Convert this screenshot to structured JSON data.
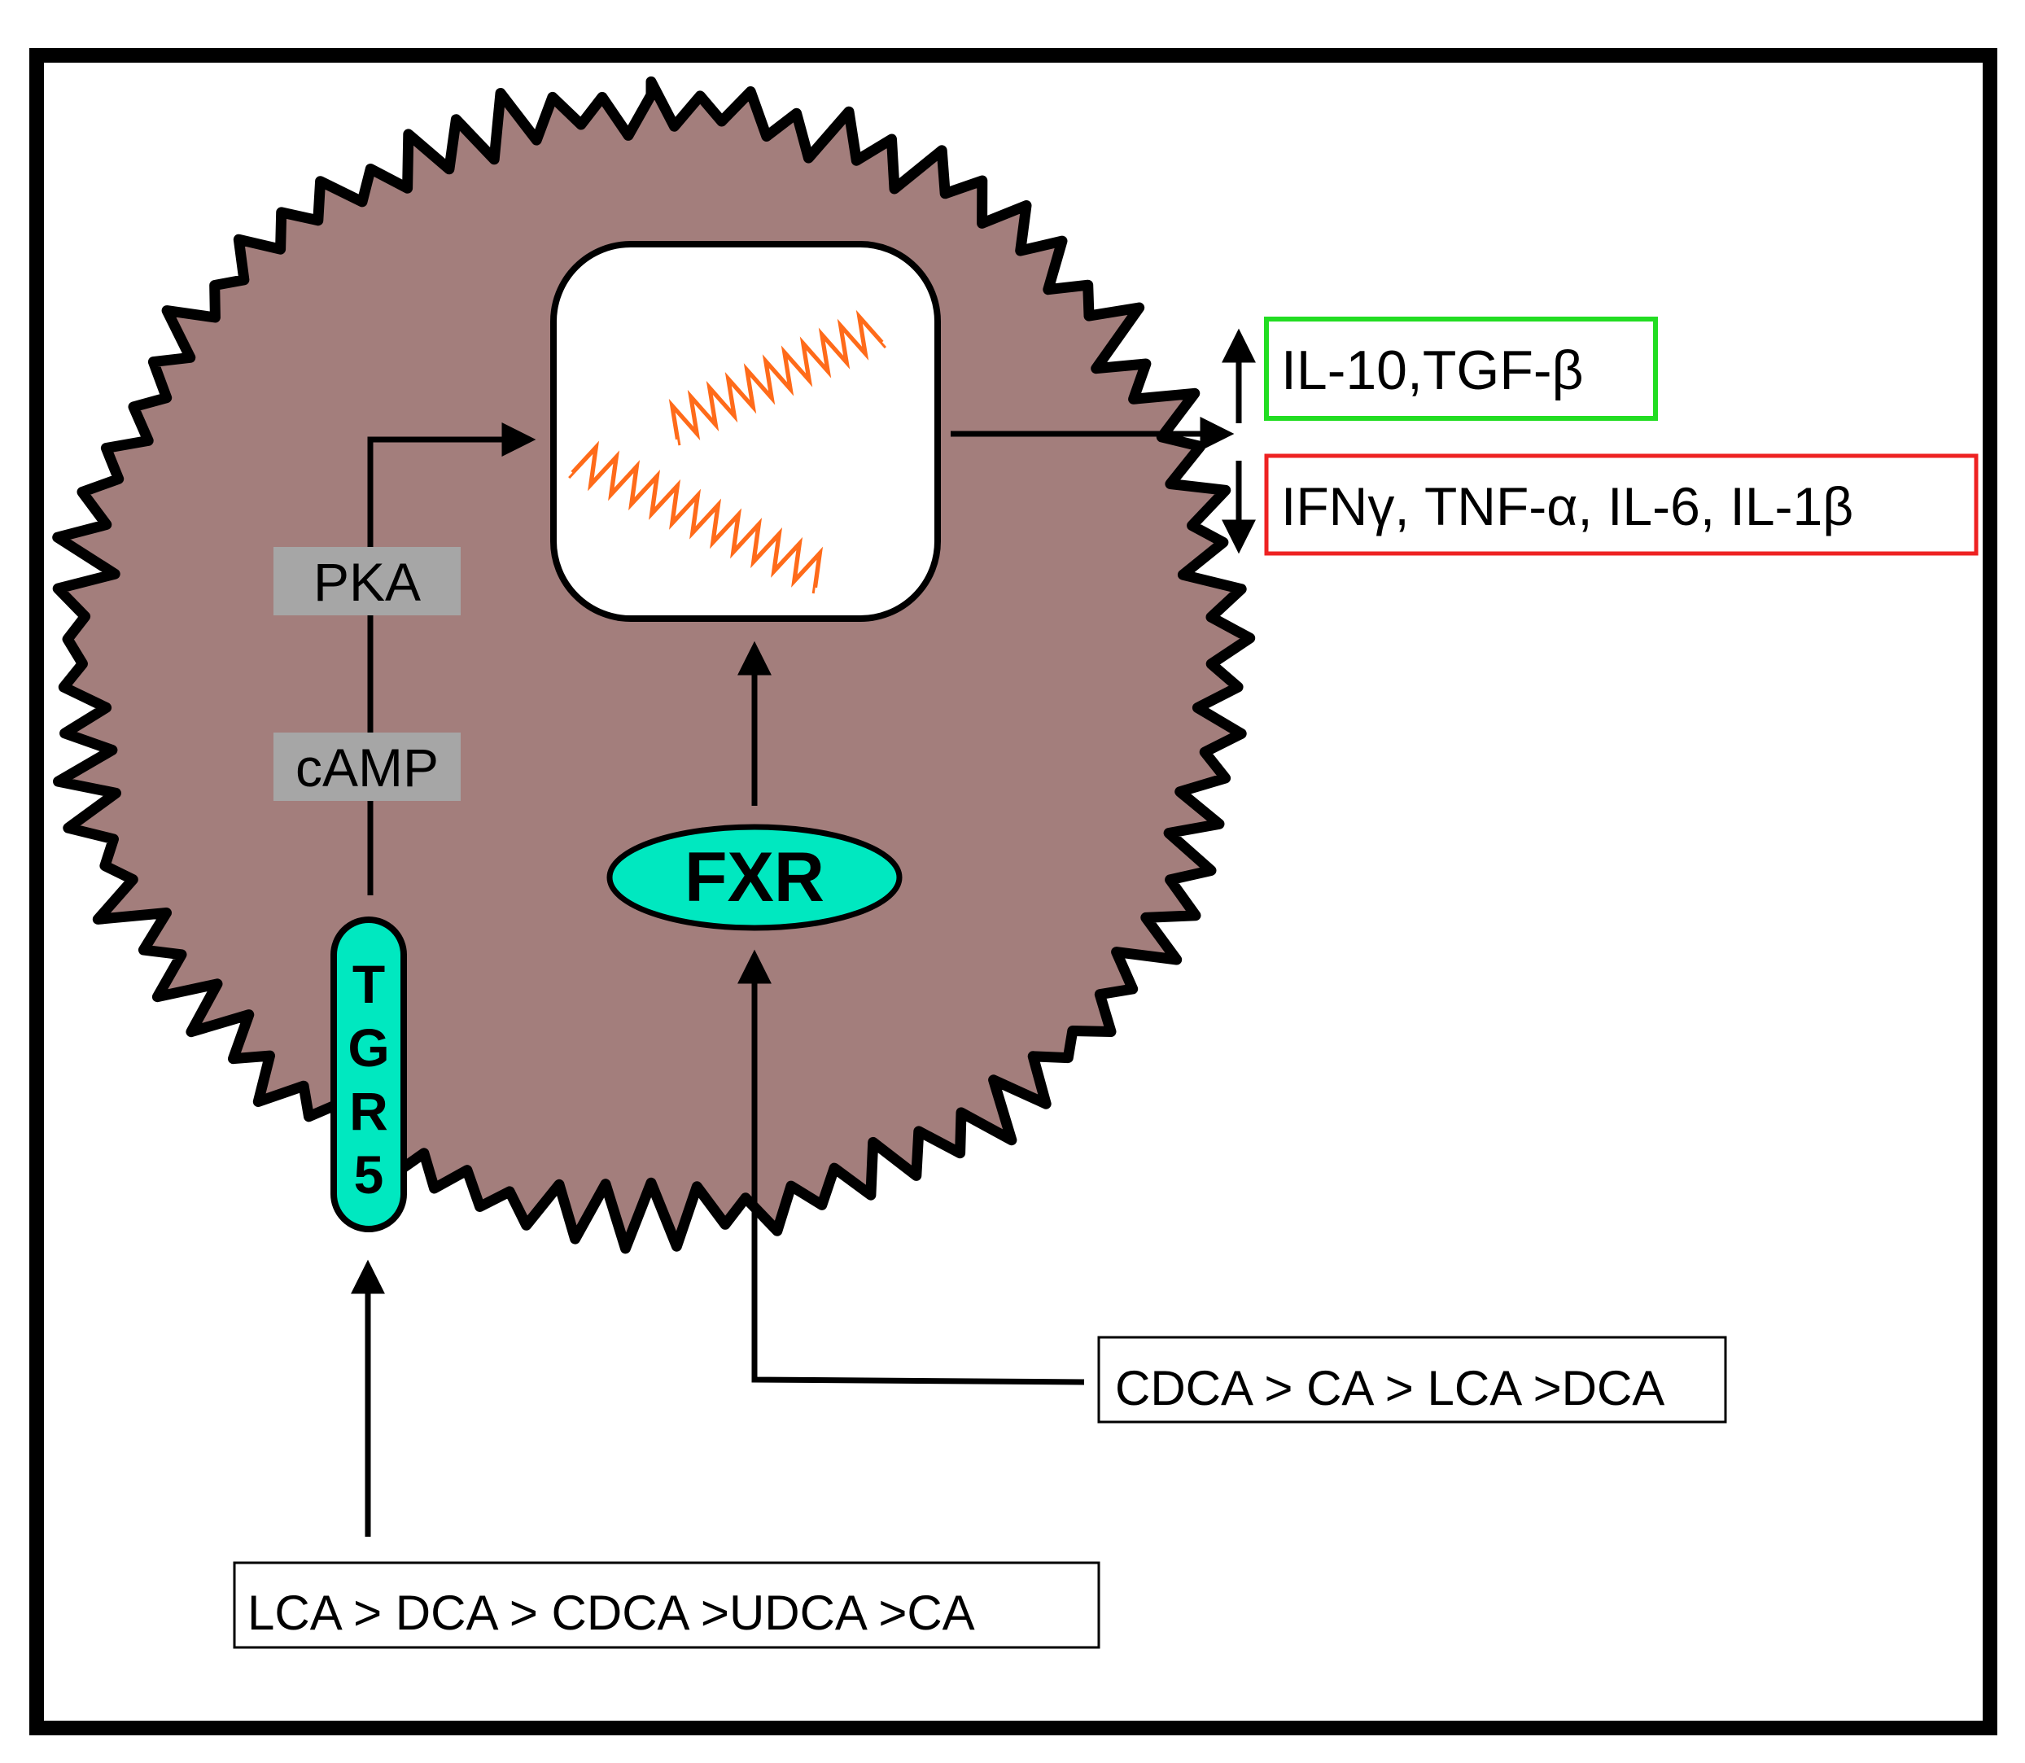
{
  "colors": {
    "cell_fill": "#a37e7c",
    "receptor_fill": "#00e8c0",
    "dna_orange": "#ff6b1a",
    "gray_box": "#a6a6a6",
    "up_border": "#22dd22",
    "down_border": "#ee2222",
    "line": "#000000"
  },
  "icons": [
    "up-arrow-icon",
    "down-arrow-icon",
    "dna-icon"
  ],
  "labels": {
    "pka": "PKA",
    "camp": "cAMP",
    "fxr": "FXR",
    "tgr5": [
      "T",
      "G",
      "R",
      "5"
    ],
    "up_cytokines": "IL-10,TGF-β",
    "down_cytokines": "IFNγ, TNF-α, IL-6, IL-1β",
    "fxr_ligands": "CDCA > CA > LCA >DCA",
    "tgr5_ligands": "LCA > DCA > CDCA >UDCA >CA"
  }
}
